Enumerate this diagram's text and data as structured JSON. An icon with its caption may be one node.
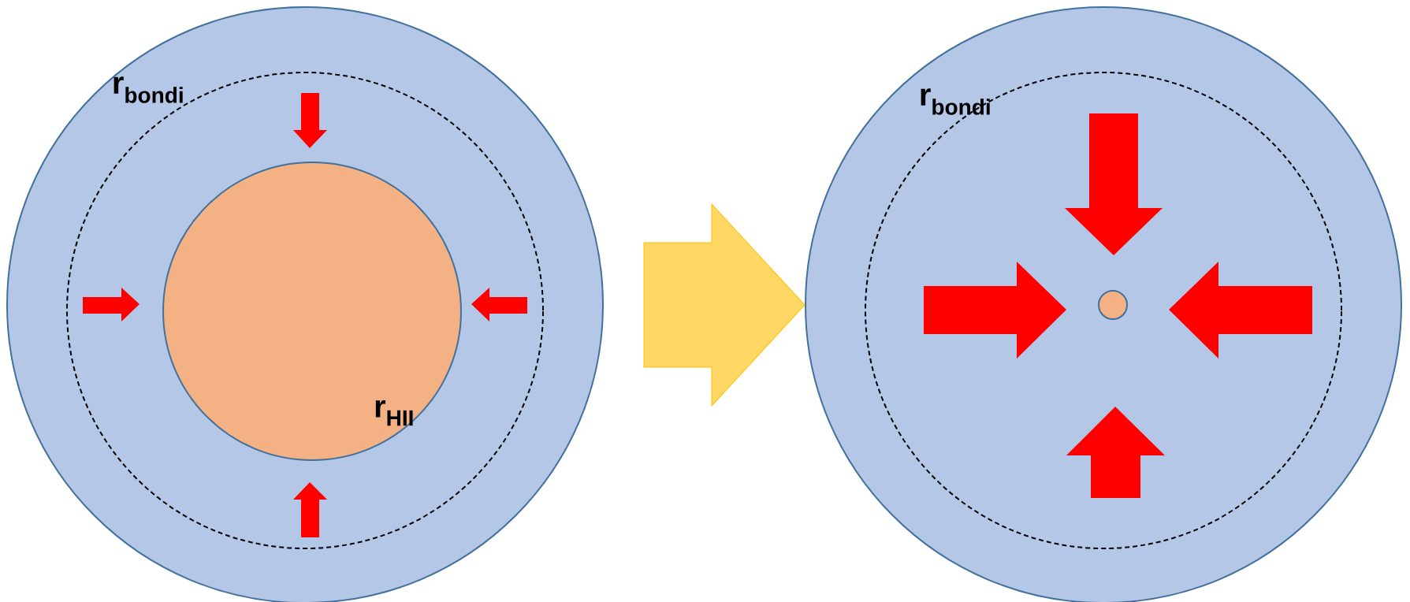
{
  "diagram": {
    "nodes": [
      {
        "text": [],
        "shape": "circle"
      },
      {
        "text": [
          "r$_{bondi}$"
        ],
        "in": 0
      },
      {
        "text": [
          "r$_{HII}$"
        ],
        "in": 1
      },
      {
        "text": [],
        "shape": "circle"
      },
      {
        "text": [
          "r$_{bondi}$"
        ],
        "in": 3
      },
      {
        "text": [],
        "shape": "circle",
        "in": 4
      }
    ],
    "edges": [
      {
        "from": 0,
        "to": 3,
        "arrow": "to"
      }
    ]
  }
}
